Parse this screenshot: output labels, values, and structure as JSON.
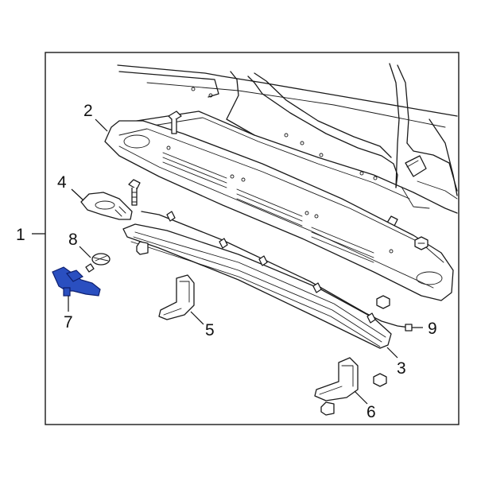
{
  "diagram": {
    "callouts": [
      {
        "id": "1",
        "label": "1"
      },
      {
        "id": "2",
        "label": "2"
      },
      {
        "id": "3",
        "label": "3"
      },
      {
        "id": "4",
        "label": "4"
      },
      {
        "id": "5",
        "label": "5"
      },
      {
        "id": "6",
        "label": "6"
      },
      {
        "id": "7",
        "label": "7"
      },
      {
        "id": "8",
        "label": "8"
      },
      {
        "id": "9",
        "label": "9"
      }
    ],
    "colors": {
      "highlight_fill": "#2a4fc0",
      "highlight_stroke": "#0d1f6e",
      "line": "#1a1a1a",
      "background": "#ffffff"
    }
  }
}
